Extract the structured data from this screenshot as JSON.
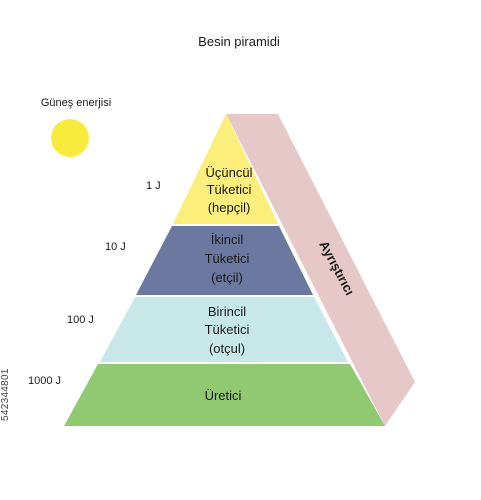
{
  "title": "Besin piramidi",
  "sun": {
    "label": "Güneş enerjisi",
    "color": "#f8eb3b"
  },
  "decomposer": {
    "label": "Ayrıştırıcı",
    "color": "#e6c8c8"
  },
  "levels": [
    {
      "energy": "1 J",
      "lines": [
        "Üçüncül",
        "Tüketici",
        "(hepçil)"
      ],
      "color": "#fbee7a"
    },
    {
      "energy": "10 J",
      "lines": [
        "İkincil",
        "Tüketici",
        "(etçil)"
      ],
      "color": "#6b789f"
    },
    {
      "energy": "100 J",
      "lines": [
        "Birincil",
        "Tüketici",
        "(otçul)"
      ],
      "color": "#c7e7e8"
    },
    {
      "energy": "1000 J",
      "lines": [
        "Üretici"
      ],
      "color": "#91c972"
    }
  ],
  "image_id": "542344801"
}
